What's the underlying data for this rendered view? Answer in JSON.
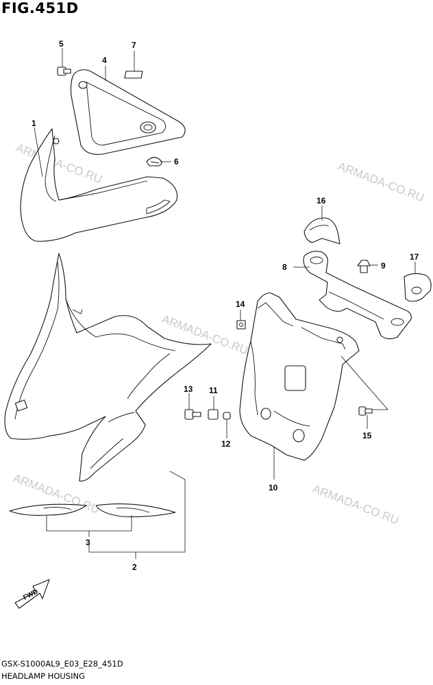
{
  "figure": {
    "title": "FIG.451D",
    "code": "GSX-S1000AL9_E03_E28_451D",
    "name": "HEADLAMP HOUSING",
    "fwd_label": "FWD"
  },
  "watermarks": [
    "ARMADA-CO.RU",
    "ARMADA-CO.RU",
    "ARMADA-CO.RU",
    "ARMADA-CO.RU",
    "ARMADA-CO.RU"
  ],
  "callouts": [
    "1",
    "2",
    "3",
    "4",
    "5",
    "6",
    "7",
    "8",
    "9",
    "10",
    "11",
    "12",
    "13",
    "14",
    "15",
    "16",
    "17"
  ]
}
